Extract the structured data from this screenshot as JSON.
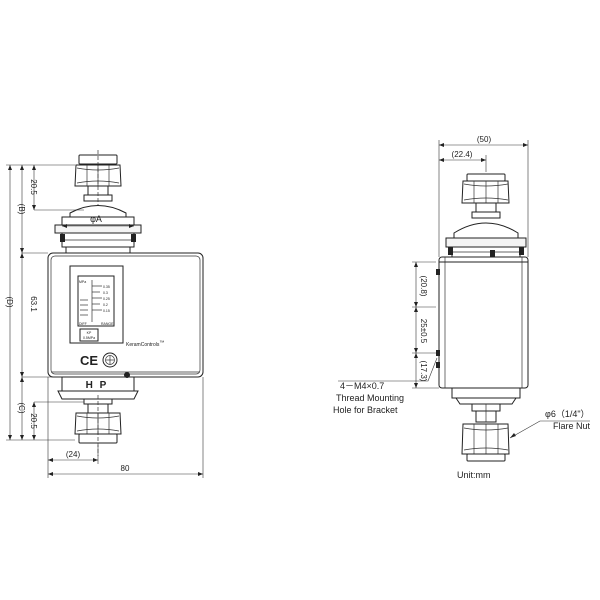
{
  "front": {
    "dim_width": "80",
    "dim_inlet_offset": "(24)",
    "dim_top_fitting": "20.5",
    "dim_bottom_fitting": "20.5",
    "dim_B": "(B)",
    "dim_D": "(D)",
    "dim_C": "(C)",
    "dim_body_height": "63.1",
    "phi_A": "φA",
    "brand": "KeramControls",
    "brand_tm": "™",
    "label_hp": "H P",
    "ce_mark": "CE",
    "scale_unit": "MPa",
    "scale_values": [
      "0.35",
      "0.3",
      "0.25",
      "0.2",
      "0.15"
    ],
    "scale_diff": "DIFF",
    "scale_range": "RANGE",
    "plate_line1": "KP",
    "plate_line2": "0.5MPa"
  },
  "side": {
    "dim_total_width": "(50)",
    "dim_half_width": "(22.4)",
    "dim_top": "(20.8)",
    "dim_mid": "25±0.5",
    "dim_bottom": "(17.3)",
    "callout_thread_1": "4－M4×0.7",
    "callout_thread_2": "Thread Mounting",
    "callout_thread_3": "Hole for Bracket",
    "callout_nut_1": "φ6（1/4\"）",
    "callout_nut_2": "Flare Nut",
    "unit": "Unit:mm"
  }
}
